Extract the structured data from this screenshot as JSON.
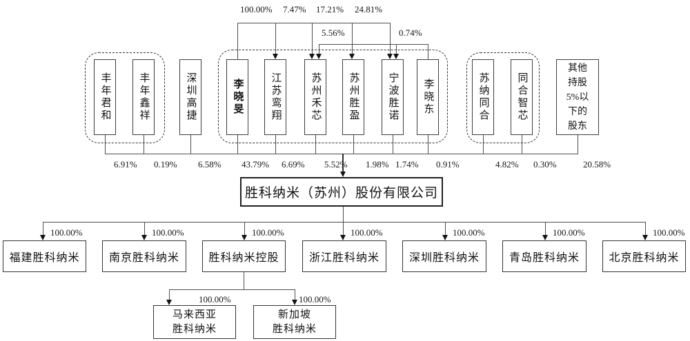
{
  "controller_links": {
    "lixiaomin": [
      "100.00%",
      "7.47%",
      "17.21%",
      "24.81%"
    ],
    "lixiaodong": [
      "5.56%",
      "0.74%"
    ]
  },
  "shareholders": [
    {
      "name": "丰年君和",
      "pct": "6.91%"
    },
    {
      "name": "丰年鑫祥",
      "pct": "0.19%"
    },
    {
      "name": "深圳高捷",
      "pct": "6.58%"
    },
    {
      "name": "李晓旻",
      "pct": "43.79%"
    },
    {
      "name": "江苏鸾翔",
      "pct": "6.69%"
    },
    {
      "name": "苏州禾芯",
      "pct": "5.52%"
    },
    {
      "name": "苏州胜盈",
      "pct": "1.98%"
    },
    {
      "name": "宁波胜诺",
      "pct": "1.74%"
    },
    {
      "name": "李晓东",
      "pct": "0.91%"
    },
    {
      "name": "苏纳同合",
      "pct": "4.82%"
    },
    {
      "name": "同合智芯",
      "pct": "0.30%"
    },
    {
      "name": "其他\n持股\n5%以\n下的\n股东",
      "pct": "20.58%"
    }
  ],
  "company": {
    "name": "胜科纳米（苏州）股份有限公司"
  },
  "subsidiaries": [
    {
      "name": "福建胜科纳米",
      "pct": "100.00%"
    },
    {
      "name": "南京胜科纳米",
      "pct": "100.00%"
    },
    {
      "name": "胜科纳米控股",
      "pct": "100.00%"
    },
    {
      "name": "浙江胜科纳米",
      "pct": "100.00%"
    },
    {
      "name": "深圳胜科纳米",
      "pct": "100.00%"
    },
    {
      "name": "青岛胜科纳米",
      "pct": "100.00%"
    },
    {
      "name": "北京胜科纳米",
      "pct": "100.00%"
    }
  ],
  "overseas": [
    {
      "name": "马来西亚\n胜科纳米",
      "pct": "100.00%"
    },
    {
      "name": "新加坡\n胜科纳米",
      "pct": "100.00%"
    }
  ]
}
